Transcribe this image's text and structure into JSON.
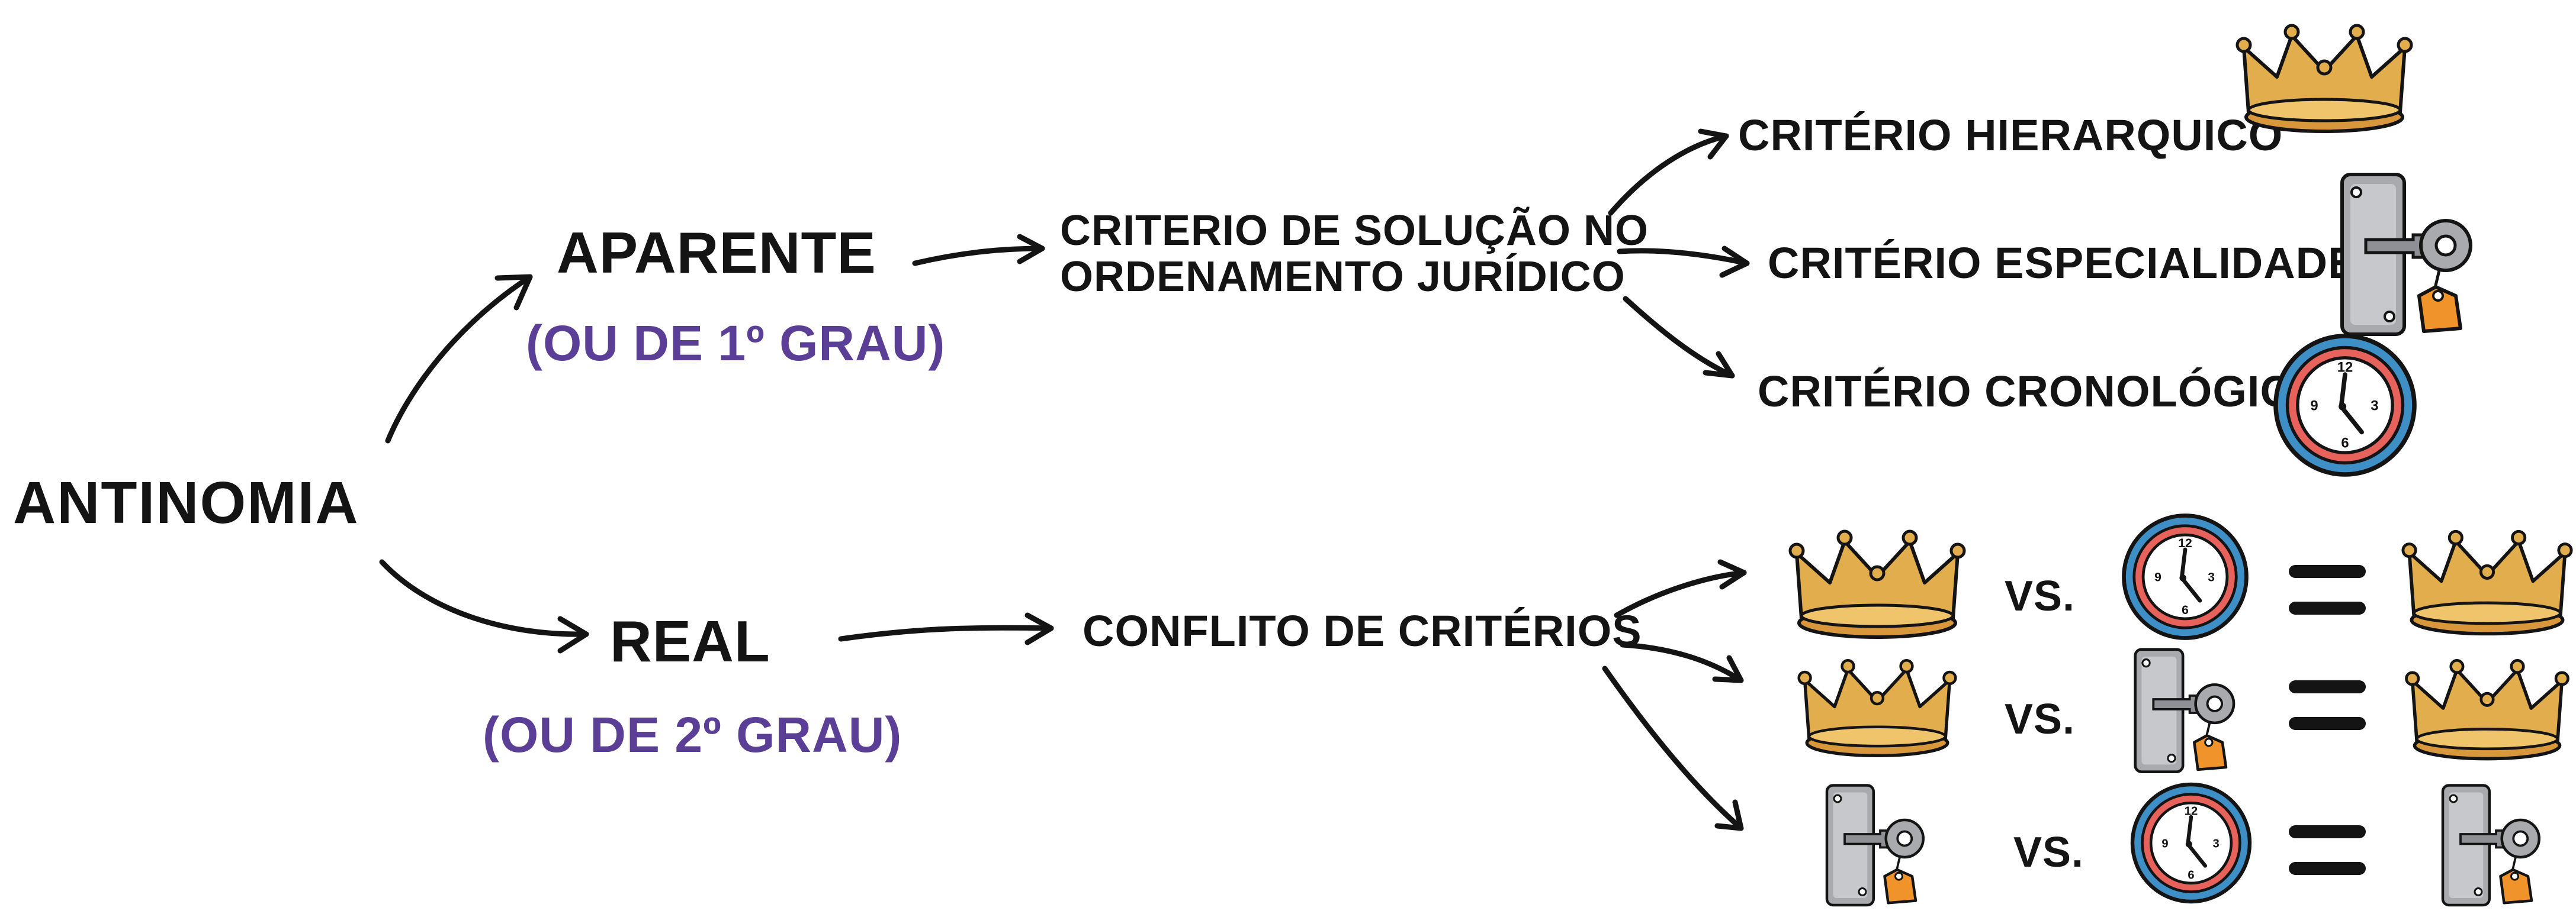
{
  "root": {
    "label": "ANTINOMIA"
  },
  "aparente": {
    "label": "APARENTE",
    "sub": "(OU DE 1º GRAU)"
  },
  "real": {
    "label": "REAL",
    "sub": "(OU DE 2º GRAU)"
  },
  "solucao": {
    "line1": "CRITERIO DE SOLUÇÃO NO",
    "line2": "ORDENAMENTO JURÍDICO"
  },
  "conflito": {
    "label": "CONFLITO DE CRITÉRIOS"
  },
  "criterios": [
    {
      "label": "CRITÉRIO HIERARQUICO",
      "icon": "crown-icon"
    },
    {
      "label": "CRITÉRIO ESPECIALIDADE",
      "icon": "key-lock-icon"
    },
    {
      "label": "CRITÉRIO CRONOLÓGICO",
      "icon": "clock-icon"
    }
  ],
  "conflicts": [
    {
      "left": "crown-icon",
      "vs": "VS.",
      "right": "clock-icon",
      "result": "crown-icon"
    },
    {
      "left": "crown-icon",
      "vs": "VS.",
      "right": "key-lock-icon",
      "result": "crown-icon"
    },
    {
      "left": "key-lock-icon",
      "vs": "VS.",
      "right": "clock-icon",
      "result": "key-lock-icon"
    }
  ],
  "clock_numbers": [
    "12",
    "3",
    "6",
    "9"
  ],
  "colors": {
    "ink": "#141414",
    "accent_purple": "#5b3f96",
    "crown_gold": "#e2ad4d",
    "clock_red": "#e6625a",
    "clock_blue": "#3f8fc7",
    "tag_orange": "#f0932b",
    "lock_gray": "#a9aaae"
  }
}
